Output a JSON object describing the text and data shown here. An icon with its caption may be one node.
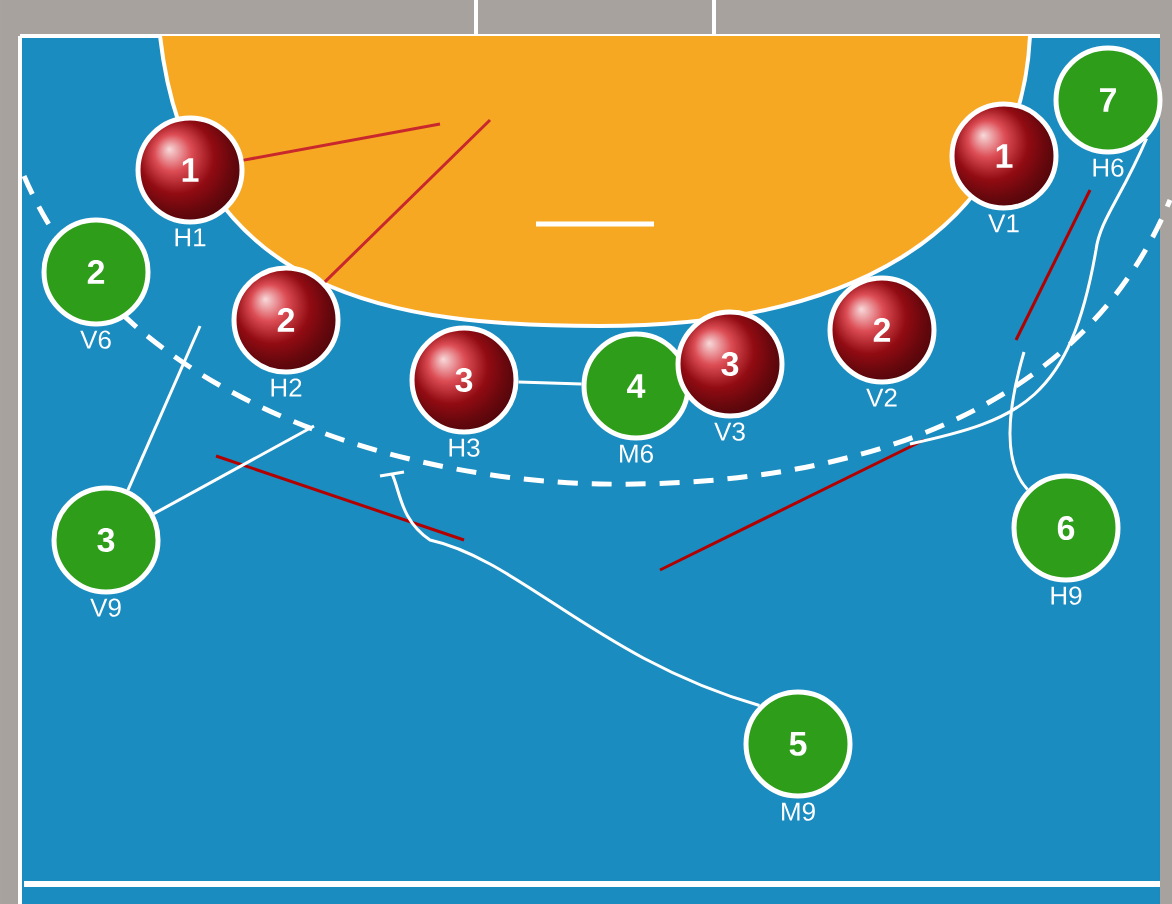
{
  "diagram": {
    "nodes": [
      {
        "text": [
          "1"
        ],
        "beside": [
          "H1"
        ]
      },
      {
        "text": [
          "2"
        ],
        "beside": [
          "V6"
        ]
      },
      {
        "text": [
          "2"
        ],
        "beside": [
          "H2"
        ]
      },
      {
        "text": [
          "3"
        ],
        "beside": [
          "H3"
        ]
      },
      {
        "text": [
          "4"
        ],
        "beside": [
          "M6"
        ]
      },
      {
        "text": [
          "3"
        ],
        "beside": [
          "V3"
        ]
      },
      {
        "text": [
          "2"
        ],
        "beside": [
          "V2"
        ]
      },
      {
        "text": [
          "1"
        ],
        "beside": [
          "V1"
        ]
      },
      {
        "text": [
          "7"
        ],
        "beside": [
          "H6"
        ]
      },
      {
        "text": [
          "3"
        ],
        "beside": [
          "V9"
        ]
      },
      {
        "text": [
          "6"
        ],
        "beside": [
          "H9"
        ]
      },
      {
        "text": [
          "5"
        ],
        "beside": [
          "M9"
        ]
      }
    ],
    "edges": [
      {
        "from": 0,
        "to": null,
        "arrow": "none",
        "color": "#c8282d"
      },
      {
        "from": 2,
        "to": null,
        "arrow": "none",
        "color": "#c8282d"
      },
      {
        "from": 3,
        "to": 4,
        "arrow": "none"
      },
      {
        "from": 9,
        "to": null,
        "arrow": "none"
      },
      {
        "from": 9,
        "to": null,
        "arrow": "none"
      },
      {
        "from": 11,
        "to": null,
        "arrow": "none"
      },
      {
        "from": 10,
        "to": null,
        "arrow": "none"
      },
      {
        "from": 8,
        "to": null,
        "arrow": "none"
      }
    ]
  }
}
